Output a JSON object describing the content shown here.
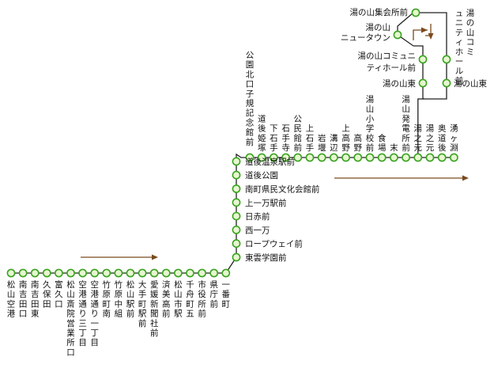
{
  "colors": {
    "route_line": "#222222",
    "stop_fill": "#e6f7cf",
    "stop_stroke": "#3aa321",
    "arrow": "#7a4a1c",
    "label": "#111111"
  },
  "route": {
    "bottom_row": [
      {
        "id": "matsuyama_airport",
        "name": "松山空港"
      },
      {
        "id": "minami_yoshida_guchi",
        "name": "南吉田口"
      },
      {
        "id": "minami_yoshida_higashi",
        "name": "南吉田東"
      },
      {
        "id": "kubota",
        "name": "久保田"
      },
      {
        "id": "tomikuguchi",
        "name": "富久口"
      },
      {
        "id": "matsuyama_saiin_eigyosho",
        "name": "松山斎院営業所口"
      },
      {
        "id": "kuko_dori_3",
        "name": "空港通り三丁目"
      },
      {
        "id": "kuko_dori_1",
        "name": "空港通り一丁目"
      },
      {
        "id": "takehara_minami",
        "name": "竹原町南"
      },
      {
        "id": "takehara_naka",
        "name": "竹原中組"
      },
      {
        "id": "matsuyama_ekimae",
        "name": "松山駅前"
      },
      {
        "id": "otemachi_ekimae",
        "name": "大手町駅前"
      },
      {
        "id": "ehime_shimbunsha",
        "name": "愛媛新聞社前"
      },
      {
        "id": "saibikoumae",
        "name": "済美高前"
      },
      {
        "id": "matsuyamashi_eki",
        "name": "松山市駅"
      },
      {
        "id": "chifunemachi_5",
        "name": "千舟町五"
      },
      {
        "id": "shiyakusho",
        "name": "市役所前"
      },
      {
        "id": "kenchomae",
        "name": "県庁前"
      },
      {
        "id": "ichibancho",
        "name": "一番町"
      }
    ],
    "vertical": [
      {
        "id": "tounbi_gakuen",
        "name": "東雲学園前"
      },
      {
        "id": "ropeway",
        "name": "ロープウェイ前"
      },
      {
        "id": "nishi_ichiman",
        "name": "西一万"
      },
      {
        "id": "hiakamae",
        "name": "日赤前"
      },
      {
        "id": "kami_ichiman",
        "name": "上一万駅前"
      },
      {
        "id": "minamimachi_bunka",
        "name": "南町県民文化会館前"
      },
      {
        "id": "dogo_koen",
        "name": "道後公園"
      },
      {
        "id": "dogo_onsen",
        "name": "道後温泉駅前"
      }
    ],
    "top_row": [
      {
        "id": "shiki_kinenkan",
        "name": "公園北口子規記念館前"
      },
      {
        "id": "dogo_himezuka",
        "name": "道後姫塚"
      },
      {
        "id": "shimo_ishite",
        "name": "下石手"
      },
      {
        "id": "ishiteji",
        "name": "石手寺"
      },
      {
        "id": "kominkan",
        "name": "公民館前"
      },
      {
        "id": "kami_ishite",
        "name": "上石手"
      },
      {
        "id": "iwa_seki",
        "name": "岩堰"
      },
      {
        "id": "mizobe",
        "name": "溝辺"
      },
      {
        "id": "kamitakano",
        "name": "上高野"
      },
      {
        "id": "takano",
        "name": "高野"
      },
      {
        "id": "yunoyama_shogakko",
        "name": "湯山小学校前"
      },
      {
        "id": "shokuba",
        "name": "食場"
      },
      {
        "id": "sue",
        "name": "末"
      },
      {
        "id": "yunoyama_hatsudensho",
        "name": "湯山発電所前"
      },
      {
        "id": "yunoyama_moto",
        "name": "湯之元"
      },
      {
        "id": "yunomoto",
        "name": "湯之元"
      },
      {
        "id": "okudogo",
        "name": "奥道後"
      },
      {
        "id": "wakuga_fuchi",
        "name": "湧ヶ淵"
      }
    ],
    "loop": {
      "yunoyama_higashi_left": "湯の山東",
      "yunoyama_higashi_right": "湯の山東",
      "community_hall_left": "湯の山コミュニティホール前",
      "community_hall_left_line1": "湯の山コミュニ",
      "community_hall_left_line2": "ティホール前",
      "community_hall_right": "湯の山コミュニティホール前",
      "newtown_line1": "湯の山",
      "newtown_line2": "ニュータウン",
      "shukaisho": "湯の山集会所前"
    }
  }
}
